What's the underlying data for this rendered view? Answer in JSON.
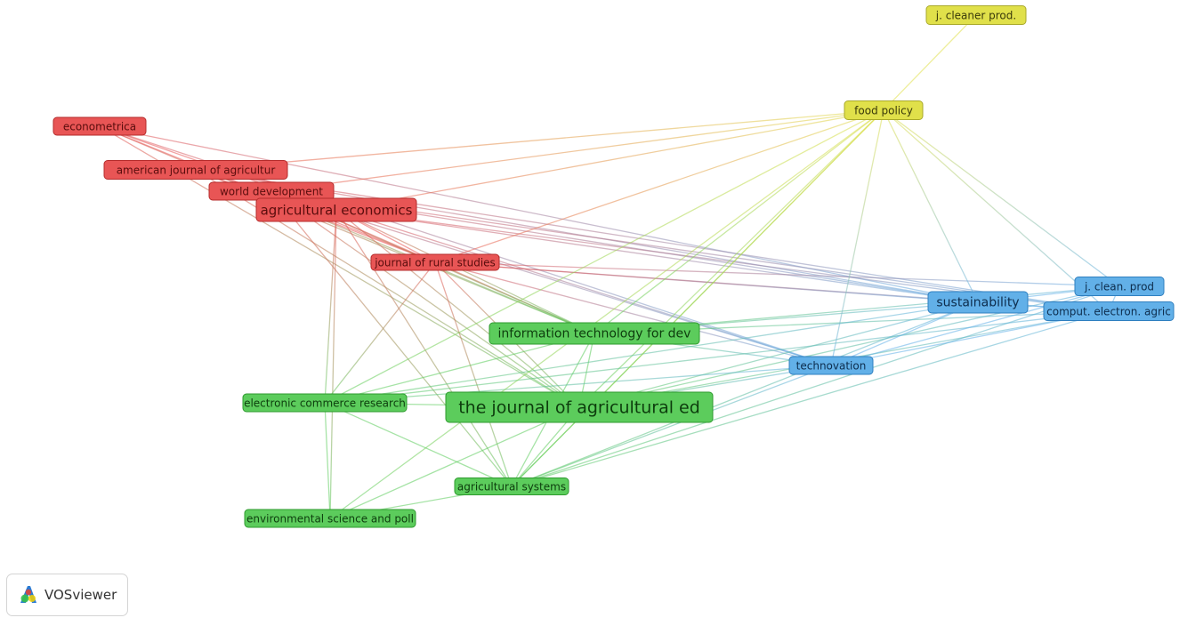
{
  "app": {
    "logo_text": "VOSviewer",
    "logo_icon": "vosviewer-logo-icon"
  },
  "clusters": [
    {
      "id": 1,
      "fill": "#e85555",
      "stroke": "#b52b2b",
      "text": "#5a0d0d"
    },
    {
      "id": 2,
      "fill": "#5ccc5c",
      "stroke": "#2e9a2e",
      "text": "#0d3d0d"
    },
    {
      "id": 3,
      "fill": "#62b0e8",
      "stroke": "#2f7fbf",
      "text": "#0d2d4d"
    },
    {
      "id": 4,
      "fill": "#e0e04a",
      "stroke": "#a9a92a",
      "text": "#3a3a0a"
    }
  ],
  "nodes": [
    {
      "label": "econometrica",
      "cluster": 1
    },
    {
      "label": "american journal of agricultur",
      "cluster": 1
    },
    {
      "label": "world development",
      "cluster": 1
    },
    {
      "label": "agricultural economics",
      "cluster": 1
    },
    {
      "label": "journal of rural studies",
      "cluster": 1
    },
    {
      "label": "information technology for dev",
      "cluster": 2
    },
    {
      "label": "the journal of agricultural ed",
      "cluster": 2
    },
    {
      "label": "electronic commerce research",
      "cluster": 2
    },
    {
      "label": "agricultural systems",
      "cluster": 2
    },
    {
      "label": "environmental science and poll",
      "cluster": 2
    },
    {
      "label": "sustainability",
      "cluster": 3
    },
    {
      "label": "j. clean. prod",
      "cluster": 3
    },
    {
      "label": "comput. electron. agric",
      "cluster": 3
    },
    {
      "label": "technovation",
      "cluster": 3
    },
    {
      "label": "food policy",
      "cluster": 4
    },
    {
      "label": "j. cleaner prod.",
      "cluster": 4
    }
  ],
  "links": [
    [
      0,
      4
    ],
    [
      0,
      5
    ],
    [
      0,
      6
    ],
    [
      0,
      10
    ],
    [
      0,
      13
    ],
    [
      0,
      3
    ],
    [
      1,
      4
    ],
    [
      1,
      5
    ],
    [
      1,
      6
    ],
    [
      1,
      10
    ],
    [
      1,
      14
    ],
    [
      1,
      13
    ],
    [
      1,
      12
    ],
    [
      2,
      4
    ],
    [
      2,
      5
    ],
    [
      2,
      6
    ],
    [
      2,
      10
    ],
    [
      2,
      14
    ],
    [
      2,
      12
    ],
    [
      2,
      8
    ],
    [
      3,
      4
    ],
    [
      3,
      5
    ],
    [
      3,
      6
    ],
    [
      3,
      7
    ],
    [
      3,
      8
    ],
    [
      3,
      10
    ],
    [
      3,
      12
    ],
    [
      3,
      13
    ],
    [
      3,
      14
    ],
    [
      3,
      9
    ],
    [
      4,
      5
    ],
    [
      4,
      6
    ],
    [
      4,
      7
    ],
    [
      4,
      8
    ],
    [
      4,
      10
    ],
    [
      4,
      12
    ],
    [
      4,
      14
    ],
    [
      4,
      13
    ],
    [
      4,
      11
    ],
    [
      5,
      6
    ],
    [
      5,
      7
    ],
    [
      5,
      8
    ],
    [
      5,
      10
    ],
    [
      5,
      11
    ],
    [
      5,
      12
    ],
    [
      5,
      13
    ],
    [
      5,
      14
    ],
    [
      6,
      7
    ],
    [
      6,
      8
    ],
    [
      6,
      10
    ],
    [
      6,
      12
    ],
    [
      6,
      13
    ],
    [
      6,
      14
    ],
    [
      6,
      9
    ],
    [
      6,
      11
    ],
    [
      7,
      8
    ],
    [
      7,
      9
    ],
    [
      7,
      10
    ],
    [
      7,
      14
    ],
    [
      7,
      13
    ],
    [
      7,
      12
    ],
    [
      8,
      9
    ],
    [
      8,
      10
    ],
    [
      8,
      12
    ],
    [
      8,
      13
    ],
    [
      8,
      14
    ],
    [
      8,
      11
    ],
    [
      9,
      14
    ],
    [
      10,
      11
    ],
    [
      10,
      12
    ],
    [
      10,
      13
    ],
    [
      10,
      14
    ],
    [
      11,
      12
    ],
    [
      11,
      13
    ],
    [
      11,
      14
    ],
    [
      12,
      13
    ],
    [
      12,
      14
    ],
    [
      13,
      14
    ],
    [
      14,
      15
    ],
    [
      14,
      8
    ]
  ]
}
